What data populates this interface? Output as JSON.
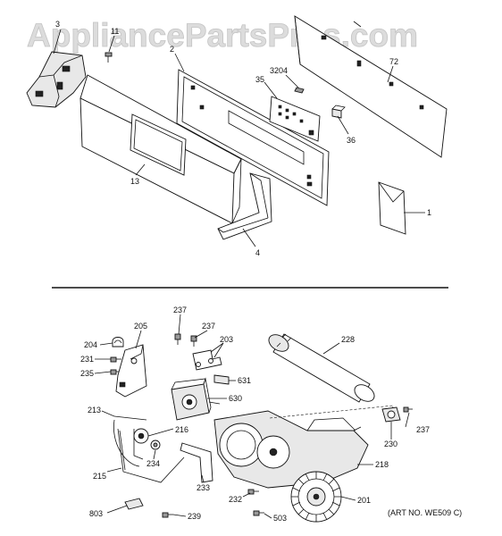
{
  "watermark": "AppliancePartsPros.com",
  "art_number": "(ART NO. WE509 C)",
  "callouts": {
    "c3": "3",
    "c11": "11",
    "c2": "2",
    "c3204": "3204",
    "c35": "35",
    "c72": "72",
    "c36": "36",
    "c13": "13",
    "c4": "4",
    "c1": "1",
    "c237a": "237",
    "c205": "205",
    "c237b": "237",
    "c203": "203",
    "c228": "228",
    "c204": "204",
    "c231": "231",
    "c235": "235",
    "c631": "631",
    "c630": "630",
    "c213": "213",
    "c216": "216",
    "c234": "234",
    "c237c": "237",
    "c230": "230",
    "c218": "218",
    "c215": "215",
    "c233": "233",
    "c232": "232",
    "c201": "201",
    "c803": "803",
    "c239": "239",
    "c503": "503"
  }
}
